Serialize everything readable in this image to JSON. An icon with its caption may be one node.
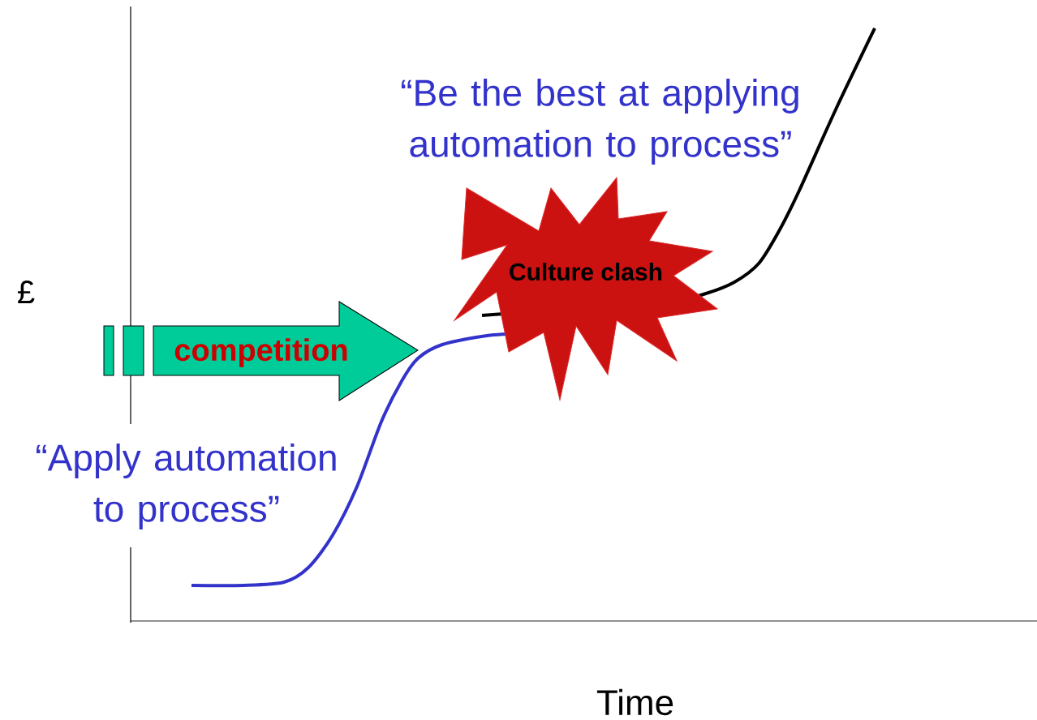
{
  "diagram": {
    "nodes": [
      {
        "text": [
          "competition"
        ]
      },
      {
        "text": [
          "Culture clash"
        ]
      }
    ],
    "labels": [
      "“Be the best at applying automation to process”",
      "£",
      "“Apply automation to process”",
      "Time"
    ]
  }
}
